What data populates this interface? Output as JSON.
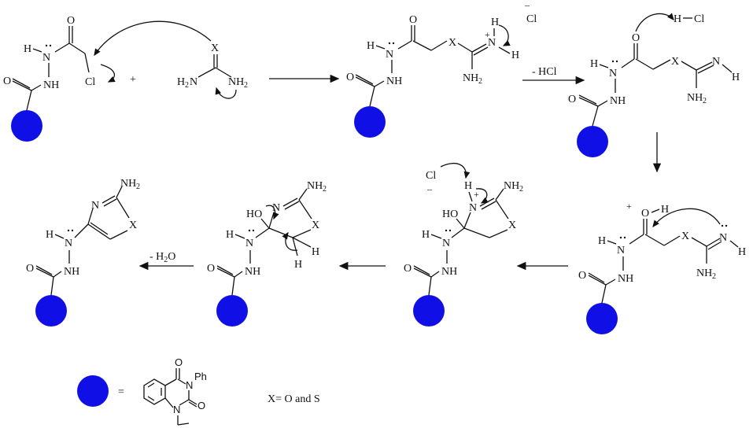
{
  "atoms": {
    "H": "H",
    "N": "N",
    "O": "O",
    "Cl": "Cl",
    "X": "X",
    "NH2": "NH",
    "sub2": "2",
    "H2N": "H",
    "NH": "NH",
    "HO": "HO",
    "HCl_H": "H",
    "plus": "+",
    "minus": "–"
  },
  "reaction": {
    "plus_sign": "+",
    "hcl_loss": "- HCl",
    "h2o_loss": "- H2O",
    "h2o_main": "- H",
    "h2o_sub": "2",
    "h2o_end": "O"
  },
  "legend": {
    "equals": "=",
    "ph": "Ph",
    "x_definition": "X= O and S"
  },
  "colors": {
    "core_ball": "#1010e6"
  }
}
